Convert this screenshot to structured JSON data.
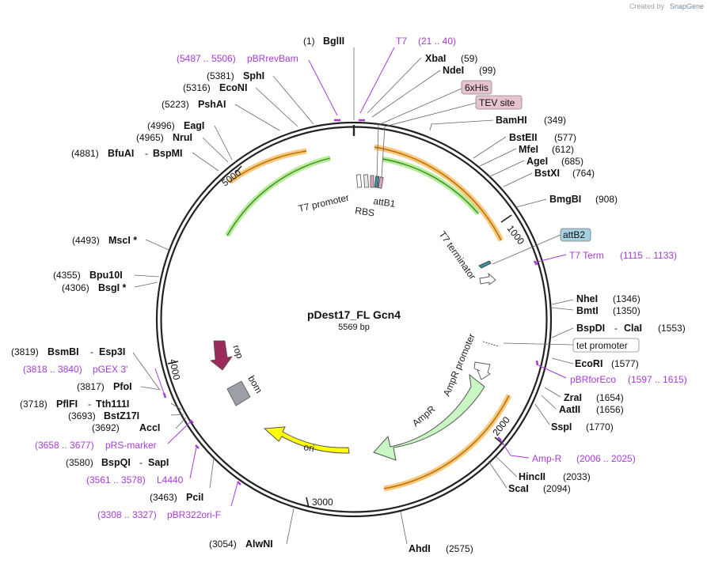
{
  "credit": {
    "text": "Created by",
    "brand": "SnapGene"
  },
  "plasmid": {
    "name": "pDest17_FL Gcn4",
    "length_label": "5569 bp",
    "length": 5569
  },
  "scale_ticks": [
    {
      "value": 1000,
      "label": "1000"
    },
    {
      "value": 2000,
      "label": "2000"
    },
    {
      "value": 3000,
      "label": "3000"
    },
    {
      "value": 4000,
      "label": "4000"
    },
    {
      "value": 5000,
      "label": "5000"
    }
  ],
  "restriction_sites": [
    {
      "pos": 1,
      "pos_label": "(1)",
      "name": "BglII",
      "side": "left"
    },
    {
      "pos": 59,
      "pos_label": "(59)",
      "name": "XbaI",
      "side": "right"
    },
    {
      "pos": 99,
      "pos_label": "(99)",
      "name": "NdeI",
      "side": "right"
    },
    {
      "pos": 349,
      "pos_label": "(349)",
      "name": "BamHI",
      "side": "right"
    },
    {
      "pos": 577,
      "pos_label": "(577)",
      "name": "BstEII",
      "side": "right"
    },
    {
      "pos": 612,
      "pos_label": "(612)",
      "name": "MfeI",
      "side": "right"
    },
    {
      "pos": 685,
      "pos_label": "(685)",
      "name": "AgeI",
      "side": "right"
    },
    {
      "pos": 764,
      "pos_label": "(764)",
      "name": "BstXI",
      "side": "right"
    },
    {
      "pos": 908,
      "pos_label": "(908)",
      "name": "BmgBI",
      "side": "right"
    },
    {
      "pos": 1346,
      "pos_label": "(1346)",
      "name": "NheI",
      "side": "right"
    },
    {
      "pos": 1350,
      "pos_label": "(1350)",
      "name": "BmtI",
      "side": "right"
    },
    {
      "pos": 1553,
      "pos_label": "(1553)",
      "name": "BspDI",
      "name2": "ClaI",
      "side": "right"
    },
    {
      "pos": 1577,
      "pos_label": "(1577)",
      "name": "EcoRI",
      "side": "right"
    },
    {
      "pos": 1654,
      "pos_label": "(1654)",
      "name": "ZraI",
      "side": "right"
    },
    {
      "pos": 1656,
      "pos_label": "(1656)",
      "name": "AatII",
      "side": "right"
    },
    {
      "pos": 1770,
      "pos_label": "(1770)",
      "name": "SspI",
      "side": "right"
    },
    {
      "pos": 2033,
      "pos_label": "(2033)",
      "name": "HincII",
      "side": "right"
    },
    {
      "pos": 2094,
      "pos_label": "(2094)",
      "name": "ScaI",
      "side": "right"
    },
    {
      "pos": 2575,
      "pos_label": "(2575)",
      "name": "AhdI",
      "side": "right"
    },
    {
      "pos": 3054,
      "pos_label": "(3054)",
      "name": "AlwNI",
      "side": "left"
    },
    {
      "pos": 3463,
      "pos_label": "(3463)",
      "name": "PciI",
      "side": "left"
    },
    {
      "pos": 3580,
      "pos_label": "(3580)",
      "name": "BspQI",
      "name2": "SapI",
      "side": "left"
    },
    {
      "pos": 3692,
      "pos_label": "(3692)",
      "name": "AccI",
      "side": "left"
    },
    {
      "pos": 3693,
      "pos_label": "(3693)",
      "name": "BstZ17I",
      "side": "left"
    },
    {
      "pos": 3718,
      "pos_label": "(3718)",
      "name": "PflFI",
      "name2": "Tth111I",
      "side": "left"
    },
    {
      "pos": 3817,
      "pos_label": "(3817)",
      "name": "PfoI",
      "side": "left"
    },
    {
      "pos": 3819,
      "pos_label": "(3819)",
      "name": "BsmBI",
      "name2": "Esp3I",
      "side": "left"
    },
    {
      "pos": 4306,
      "pos_label": "(4306)",
      "name": "BsgI *",
      "side": "left"
    },
    {
      "pos": 4355,
      "pos_label": "(4355)",
      "name": "Bpu10I",
      "side": "left"
    },
    {
      "pos": 4493,
      "pos_label": "(4493)",
      "name": "MscI *",
      "side": "left"
    },
    {
      "pos": 4881,
      "pos_label": "(4881)",
      "name": "BfuAI",
      "name2": "BspMI",
      "side": "left"
    },
    {
      "pos": 4965,
      "pos_label": "(4965)",
      "name": "NruI",
      "side": "left"
    },
    {
      "pos": 4996,
      "pos_label": "(4996)",
      "name": "EagI",
      "side": "left"
    },
    {
      "pos": 5223,
      "pos_label": "(5223)",
      "name": "PshAI",
      "side": "left"
    },
    {
      "pos": 5316,
      "pos_label": "(5316)",
      "name": "EcoNI",
      "side": "left"
    },
    {
      "pos": 5381,
      "pos_label": "(5381)",
      "name": "SphI",
      "side": "left"
    }
  ],
  "primers": [
    {
      "name": "T7",
      "range": "(21 .. 40)",
      "start": 21,
      "end": 40,
      "side": "right"
    },
    {
      "name": "pBRrevBam",
      "range": "(5487 .. 5506)",
      "start": 5487,
      "end": 5506,
      "side": "left"
    },
    {
      "name": "T7 Term",
      "range": "(1115 .. 1133)",
      "start": 1115,
      "end": 1133,
      "side": "right"
    },
    {
      "name": "pBRforEco",
      "range": "(1597 .. 1615)",
      "start": 1597,
      "end": 1615,
      "side": "right"
    },
    {
      "name": "Amp-R",
      "range": "(2006 .. 2025)",
      "start": 2006,
      "end": 2025,
      "side": "right"
    },
    {
      "name": "pBR322ori-F",
      "range": "(3308 .. 3327)",
      "start": 3308,
      "end": 3327,
      "side": "left"
    },
    {
      "name": "L4440",
      "range": "(3561 .. 3578)",
      "start": 3561,
      "end": 3578,
      "side": "left"
    },
    {
      "name": "pRS-marker",
      "range": "(3658 .. 3677)",
      "start": 3658,
      "end": 3677,
      "side": "left"
    },
    {
      "name": "pGEX 3'",
      "range": "(3818 .. 3840)",
      "start": 3818,
      "end": 3840,
      "side": "left"
    }
  ],
  "boxed_features": [
    {
      "name": "6xHis",
      "style": "pink"
    },
    {
      "name": "TEV site",
      "style": "pink"
    },
    {
      "name": "attB2",
      "style": "teal"
    },
    {
      "name": "tet promoter",
      "style": "white"
    }
  ],
  "features": [
    {
      "name": "T7 promoter",
      "type": "promoter"
    },
    {
      "name": "RBS",
      "type": "rbs"
    },
    {
      "name": "attB1",
      "type": "att"
    },
    {
      "name": "T7 terminator",
      "type": "terminator"
    },
    {
      "name": "AmpR promoter",
      "type": "promoter"
    },
    {
      "name": "AmpR",
      "type": "cds",
      "color": "#c9f7c4"
    },
    {
      "name": "ori",
      "type": "rep_origin",
      "color": "#ffff00"
    },
    {
      "name": "rop",
      "type": "cds",
      "color": "#9b2b5c"
    },
    {
      "name": "bom",
      "type": "misc",
      "color": "#9aa0a6"
    }
  ],
  "colors": {
    "orf_orange": "#f0a830",
    "orf_green": "#58b838",
    "primer": "#a63bd8",
    "backbone": "#222222"
  }
}
